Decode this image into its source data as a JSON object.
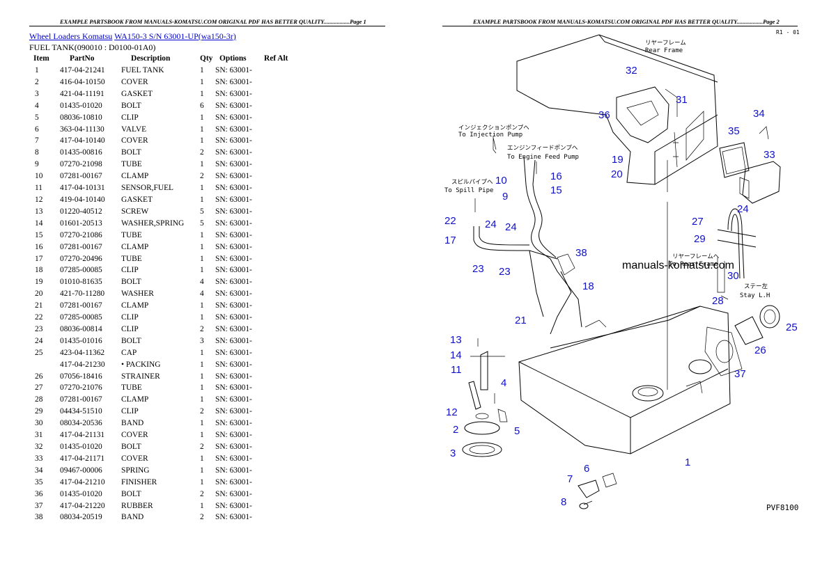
{
  "left_page": {
    "header": "EXAMPLE PARTSBOOK FROM MANUALS-KOMATSU.COM ORIGINAL PDF HAS BETTER QUALITY..................Page 1",
    "breadcrumb": {
      "link1": "Wheel Loaders Komatsu",
      "link2": "WA150-3 S/N 63001-UP(wa150-3r)"
    },
    "subtitle": "FUEL TANK(090010 : D0100-01A0)",
    "columns": [
      "Item",
      "PartNo",
      "Description",
      "Qty",
      "Options",
      "Ref Alt"
    ],
    "rows": [
      [
        "1",
        "417-04-21241",
        "FUEL TANK",
        "1",
        "SN: 63001-",
        ""
      ],
      [
        "2",
        "416-04-10150",
        "COVER",
        "1",
        "SN: 63001-",
        ""
      ],
      [
        "3",
        "421-04-11191",
        "GASKET",
        "1",
        "SN: 63001-",
        ""
      ],
      [
        "4",
        "01435-01020",
        "BOLT",
        "6",
        "SN: 63001-",
        ""
      ],
      [
        "5",
        "08036-10810",
        "CLIP",
        "1",
        "SN: 63001-",
        ""
      ],
      [
        "6",
        "363-04-11130",
        "VALVE",
        "1",
        "SN: 63001-",
        ""
      ],
      [
        "7",
        "417-04-10140",
        "COVER",
        "1",
        "SN: 63001-",
        ""
      ],
      [
        "8",
        "01435-00816",
        "BOLT",
        "2",
        "SN: 63001-",
        ""
      ],
      [
        "9",
        "07270-21098",
        "TUBE",
        "1",
        "SN: 63001-",
        ""
      ],
      [
        "10",
        "07281-00167",
        "CLAMP",
        "2",
        "SN: 63001-",
        ""
      ],
      [
        "11",
        "417-04-10131",
        "SENSOR,FUEL",
        "1",
        "SN: 63001-",
        ""
      ],
      [
        "12",
        "419-04-10140",
        "GASKET",
        "1",
        "SN: 63001-",
        ""
      ],
      [
        "13",
        "01220-40512",
        "SCREW",
        "5",
        "SN: 63001-",
        ""
      ],
      [
        "14",
        "01601-20513",
        "WASHER,SPRING",
        "5",
        "SN: 63001-",
        ""
      ],
      [
        "15",
        "07270-21086",
        "TUBE",
        "1",
        "SN: 63001-",
        ""
      ],
      [
        "16",
        "07281-00167",
        "CLAMP",
        "1",
        "SN: 63001-",
        ""
      ],
      [
        "17",
        "07270-20496",
        "TUBE",
        "1",
        "SN: 63001-",
        ""
      ],
      [
        "18",
        "07285-00085",
        "CLIP",
        "1",
        "SN: 63001-",
        ""
      ],
      [
        "19",
        "01010-81635",
        "BOLT",
        "4",
        "SN: 63001-",
        ""
      ],
      [
        "20",
        "421-70-11280",
        "WASHER",
        "4",
        "SN: 63001-",
        ""
      ],
      [
        "21",
        "07281-00167",
        "CLAMP",
        "1",
        "SN: 63001-",
        ""
      ],
      [
        "22",
        "07285-00085",
        "CLIP",
        "1",
        "SN: 63001-",
        ""
      ],
      [
        "23",
        "08036-00814",
        "CLIP",
        "2",
        "SN: 63001-",
        ""
      ],
      [
        "24",
        "01435-01016",
        "BOLT",
        "3",
        "SN: 63001-",
        ""
      ],
      [
        "25",
        "423-04-11362",
        "CAP",
        "1",
        "SN: 63001-",
        ""
      ],
      [
        "",
        "417-04-21230",
        "• PACKING",
        "1",
        "SN: 63001-",
        ""
      ],
      [
        "26",
        "07056-18416",
        "STRAINER",
        "1",
        "SN: 63001-",
        ""
      ],
      [
        "27",
        "07270-21076",
        "TUBE",
        "1",
        "SN: 63001-",
        ""
      ],
      [
        "28",
        "07281-00167",
        "CLAMP",
        "1",
        "SN: 63001-",
        ""
      ],
      [
        "29",
        "04434-51510",
        "CLIP",
        "2",
        "SN: 63001-",
        ""
      ],
      [
        "30",
        "08034-20536",
        "BAND",
        "1",
        "SN: 63001-",
        ""
      ],
      [
        "31",
        "417-04-21131",
        "COVER",
        "1",
        "SN: 63001-",
        ""
      ],
      [
        "32",
        "01435-01020",
        "BOLT",
        "2",
        "SN: 63001-",
        ""
      ],
      [
        "33",
        "417-04-21171",
        "COVER",
        "1",
        "SN: 63001-",
        ""
      ],
      [
        "34",
        "09467-00006",
        "SPRING",
        "1",
        "SN: 63001-",
        ""
      ],
      [
        "35",
        "417-04-21210",
        "FINISHER",
        "1",
        "SN: 63001-",
        ""
      ],
      [
        "36",
        "01435-01020",
        "BOLT",
        "2",
        "SN: 63001-",
        ""
      ],
      [
        "37",
        "417-04-21220",
        "RUBBER",
        "1",
        "SN: 63001-",
        ""
      ],
      [
        "38",
        "08034-20519",
        "BAND",
        "2",
        "SN: 63001-",
        ""
      ]
    ]
  },
  "right_page": {
    "header": "EXAMPLE PARTSBOOK FROM MANUALS-KOMATSU.COM ORIGINAL PDF HAS BETTER QUALITY..................Page 2",
    "corner_mark": "R1 - 01",
    "watermark": "manuals-komatsu.com",
    "diagram_code": "PVF8100",
    "labels": {
      "rear_frame_jp": "リヤーフレーム",
      "rear_frame_en": "Rear Frame",
      "injection_jp": "インジェクションポンプへ",
      "injection_en": "To Injection Pump",
      "feed_jp": "エンジンフィードポンプへ",
      "feed_en": "To Engine Feed Pump",
      "spill_jp": "スピルパイプへ",
      "spill_en": "To Spill Pipe",
      "rear_frame2_jp": "リヤーフレームへ",
      "rear_frame2_en": "To Rear Frame",
      "stay_jp": "ステー左",
      "stay_en": "Stay L.H"
    },
    "callout_numbers": [
      "1",
      "2",
      "3",
      "4",
      "5",
      "6",
      "7",
      "8",
      "9",
      "10",
      "11",
      "12",
      "13",
      "14",
      "15",
      "16",
      "17",
      "18",
      "19",
      "20",
      "21",
      "22",
      "23",
      "23",
      "24",
      "24",
      "24",
      "25",
      "26",
      "27",
      "28",
      "29",
      "30",
      "31",
      "32",
      "33",
      "34",
      "35",
      "36",
      "37",
      "38"
    ]
  }
}
